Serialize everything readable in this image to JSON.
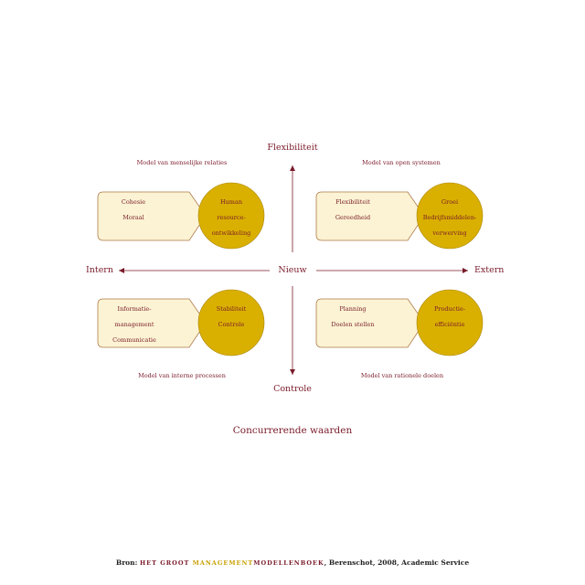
{
  "axes": {
    "top": "Flexibiliteit",
    "bottom": "Controle",
    "left": "Intern",
    "right": "Extern",
    "center": "Nieuw"
  },
  "quadrants": {
    "top_left": {
      "model": "Model van menselijke relaties",
      "box_lines": [
        "Cohesie",
        "Moraal"
      ],
      "circle_lines": [
        "Human",
        "resource-",
        "ontwikkeling"
      ]
    },
    "top_right": {
      "model": "Model van open systemen",
      "box_lines": [
        "Flexibiliteit",
        "Gereedheid"
      ],
      "circle_lines": [
        "Groei",
        "Bedrijfsmiddelen-",
        "verwerving"
      ]
    },
    "bottom_left": {
      "model": "Model van interne processen",
      "box_lines": [
        "Informatie-",
        "management",
        "Communicatie"
      ],
      "circle_lines": [
        "Stabiliteit",
        "Controle"
      ]
    },
    "bottom_right": {
      "model": "Model van rationele doelen",
      "box_lines": [
        "Planning",
        "Doelen stellen"
      ],
      "circle_lines": [
        "Productie-",
        "efficiëntie"
      ]
    }
  },
  "title": "Concurrerende waarden",
  "footer": {
    "prefix": "Bron: ",
    "book_part1": "HET GROOT ",
    "book_part2": "MANAGEMENT",
    "book_part3": "MODELLENBOEK",
    "suffix": ", Berenschot, 2008, Academic Service"
  },
  "colors": {
    "accent": "#7a1b2a",
    "box_fill": "#fbf3d3",
    "box_stroke": "#b07a4a",
    "circle_fill": "#d9b000",
    "circle_stroke": "#a88200"
  }
}
